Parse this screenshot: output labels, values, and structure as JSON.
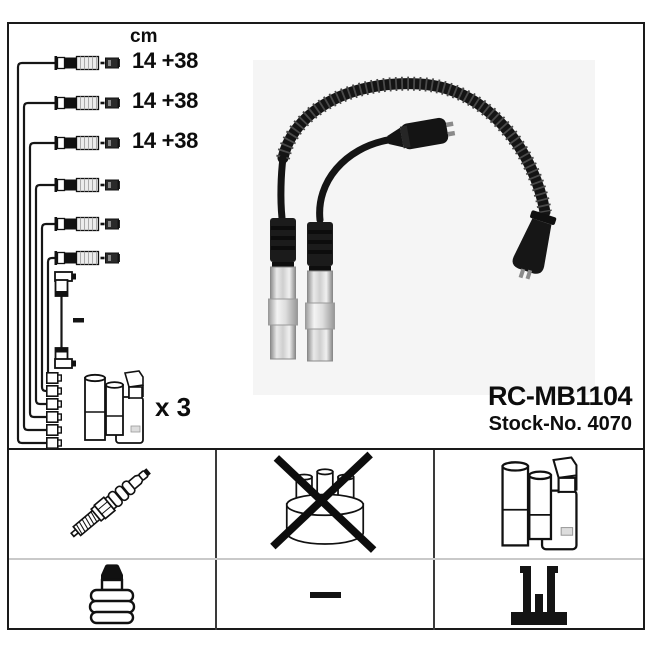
{
  "product": {
    "part_number": "RC-MB1104",
    "stock_number": "Stock-No. 4070"
  },
  "diagram": {
    "unit_label": "cm",
    "cable_lengths": [
      "14 +38",
      "14 +38",
      "14 +38"
    ],
    "cable_rows_total": 6,
    "coil_quantity_label": "x 3",
    "no_length_symbol": "-",
    "icons": [
      "cable-end-connector-icon",
      "angled-boot-cable-icon",
      "coil-terminal-icon",
      "ignition-coil-icon",
      "spark-cable-photo"
    ]
  },
  "connector_legend": {
    "cells": [
      {
        "position": "top-left",
        "icon": "spark-plug-icon"
      },
      {
        "position": "top-middle",
        "icon": "distributor-cap-crossed-icon"
      },
      {
        "position": "top-right",
        "icon": "ignition-coil-icon"
      },
      {
        "position": "bottom-left",
        "icon": "plug-boot-icon"
      },
      {
        "position": "bottom-middle",
        "icon": "dash-icon",
        "symbol": "-"
      },
      {
        "position": "bottom-right",
        "icon": "coil-connector-silhouette-icon"
      }
    ]
  },
  "colors": {
    "ink": "#141414",
    "frame": "#1a1a1a",
    "grid_row_divider": "#c9c9c9",
    "photo_background": "#f5f5f5",
    "metal_light": "#e9e9e9",
    "metal_dark": "#8a8a8a"
  }
}
